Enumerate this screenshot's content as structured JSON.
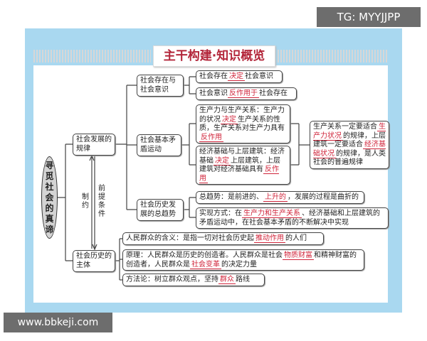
{
  "title": "主干构建·知识概览",
  "watermark_top": "TG: MYYJJPP",
  "watermark_bottom": "www.bbkeji.com",
  "colors": {
    "highlight": "#d0243a",
    "panel": "#a9d8f0",
    "title": "#b3263a"
  },
  "root": "寻觅社会的真谛",
  "level1": {
    "law": "社会发展的规律",
    "subject": "社会历史的主体",
    "restrict": "制约",
    "premise": "前提条件"
  },
  "level2": {
    "existence": "社会存在与社会意识",
    "contradiction": "社会基本矛盾运动",
    "trend": "社会历史发展的总趋势"
  },
  "nodes": {
    "n1": [
      {
        "t": "社会存在"
      },
      {
        "t": "决定",
        "hl": true
      },
      {
        "t": "社会意识"
      }
    ],
    "n2": [
      {
        "t": "社会意识"
      },
      {
        "t": "反作用于",
        "hl": true
      },
      {
        "t": "社会存在"
      }
    ],
    "n3": [
      {
        "t": "生产力与生产关系：生产力的状况"
      },
      {
        "t": "决定",
        "hl": true
      },
      {
        "t": "生产关系的性质，生产关系对生产力具有"
      },
      {
        "t": "反作用",
        "hl": true
      }
    ],
    "n4": [
      {
        "t": "经济基础与上层建筑：经济基础"
      },
      {
        "t": "决定",
        "hl": true
      },
      {
        "t": "上层建筑，上层建筑对经济基础具有"
      },
      {
        "t": "反作用",
        "hl": true
      }
    ],
    "n5": [
      {
        "t": "生产关系一定要适合"
      },
      {
        "t": "生产力状况",
        "hl": true
      },
      {
        "t": "的规律，上层建筑一定要适合"
      },
      {
        "t": "经济基础状况",
        "hl": true
      },
      {
        "t": "的规律，是人类社会的普遍规律"
      }
    ],
    "n6": [
      {
        "t": "总趋势：是前进的、"
      },
      {
        "t": "上升的",
        "hl": true
      },
      {
        "t": "，发展的过程是曲折的"
      }
    ],
    "n7": [
      {
        "t": "实现方式：在"
      },
      {
        "t": "生产力和生产关系",
        "hl": true
      },
      {
        "t": "、经济基础和上层建筑的矛盾运动中，在社会基本矛盾的不断解决中实现"
      }
    ],
    "n8": [
      {
        "t": "人民群众的含义：是指一切对社会历史起"
      },
      {
        "t": "推动作用",
        "hl": true
      },
      {
        "t": "的人们"
      }
    ],
    "n9": [
      {
        "t": "原理：人民群众是历史的创造者。人民群众是社会"
      },
      {
        "t": "物质财富",
        "hl": true
      },
      {
        "t": "和精神财富的创造者，人民群众是"
      },
      {
        "t": "社会变革",
        "hl": true
      },
      {
        "t": "的决定力量"
      }
    ],
    "n10": [
      {
        "t": "方法论：树立群众观点，坚持"
      },
      {
        "t": "群众",
        "hl": true
      },
      {
        "t": "路线"
      }
    ]
  }
}
